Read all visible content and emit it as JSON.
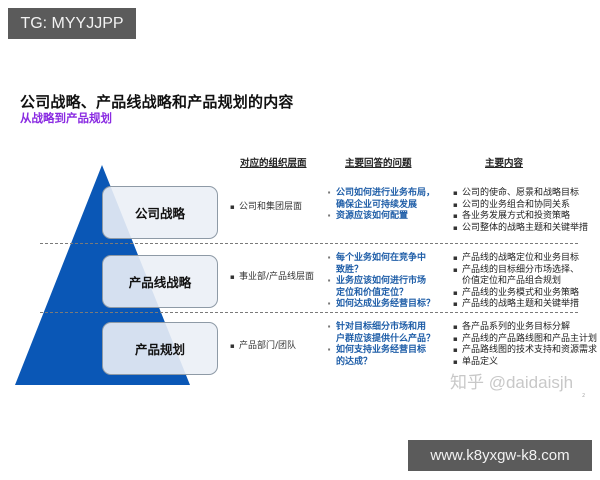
{
  "badges": {
    "top": "TG: MYYJJPP",
    "bottom": "www.k8yxgw-k8.com"
  },
  "header": {
    "title": "公司战略、产品线战略和产品规划的内容",
    "subtitle": "从战略到产品规划"
  },
  "colors": {
    "pyramid": "#0a57b6",
    "subtitle": "#8a2be2",
    "question_text": "#1f5ea8",
    "badge_bg": "#5b5b5b"
  },
  "columns": {
    "org_level": "对应的组织层面",
    "key_questions": "主要回答的问题",
    "main_content": "主要内容"
  },
  "tiers": [
    {
      "label": "公司战略",
      "org_level": [
        "公司和集团层面"
      ],
      "questions": [
        "公司如何进行业务布局，",
        "确保企业可持续发展",
        "资源应该如何配置"
      ],
      "question_items": [
        {
          "lines": [
            "公司如何进行业务布局，",
            "确保企业可持续发展"
          ]
        },
        {
          "lines": [
            "资源应该如何配置"
          ]
        }
      ],
      "content": [
        "公司的使命、愿景和战略目标",
        "公司的业务组合和协同关系",
        "各业务发展方式和投资策略",
        "公司整体的战略主题和关键举措"
      ]
    },
    {
      "label": "产品线战略",
      "org_level": [
        "事业部/产品线层面"
      ],
      "question_items": [
        {
          "lines": [
            "每个业务如何在竞争中",
            "致胜？"
          ]
        },
        {
          "lines": [
            "业务应该如何进行市场",
            "定位和价值定位？"
          ]
        },
        {
          "lines": [
            "如何达成业务经营目标？"
          ]
        }
      ],
      "content": [
        "产品线的战略定位和业务目标",
        "产品线的目标细分市场选择、",
        "价值定位和产品组合规划",
        "产品线的业务模式和业务策略",
        "产品线的战略主题和关键举措"
      ]
    },
    {
      "label": "产品规划",
      "org_level": [
        "产品部门/团队"
      ],
      "question_items": [
        {
          "lines": [
            "针对目标细分市场和用",
            "户群应该提供什么产品？"
          ]
        },
        {
          "lines": [
            "如何支持业务经营目标",
            "的达成？"
          ]
        }
      ],
      "content": [
        "各产品系列的业务目标分解",
        "产品线的产品路线图和产品主计划",
        "产品路线图的技术支持和资源需求",
        "单品定义"
      ]
    }
  ],
  "watermark": "知乎 @daidaisjh",
  "page_number": "2"
}
